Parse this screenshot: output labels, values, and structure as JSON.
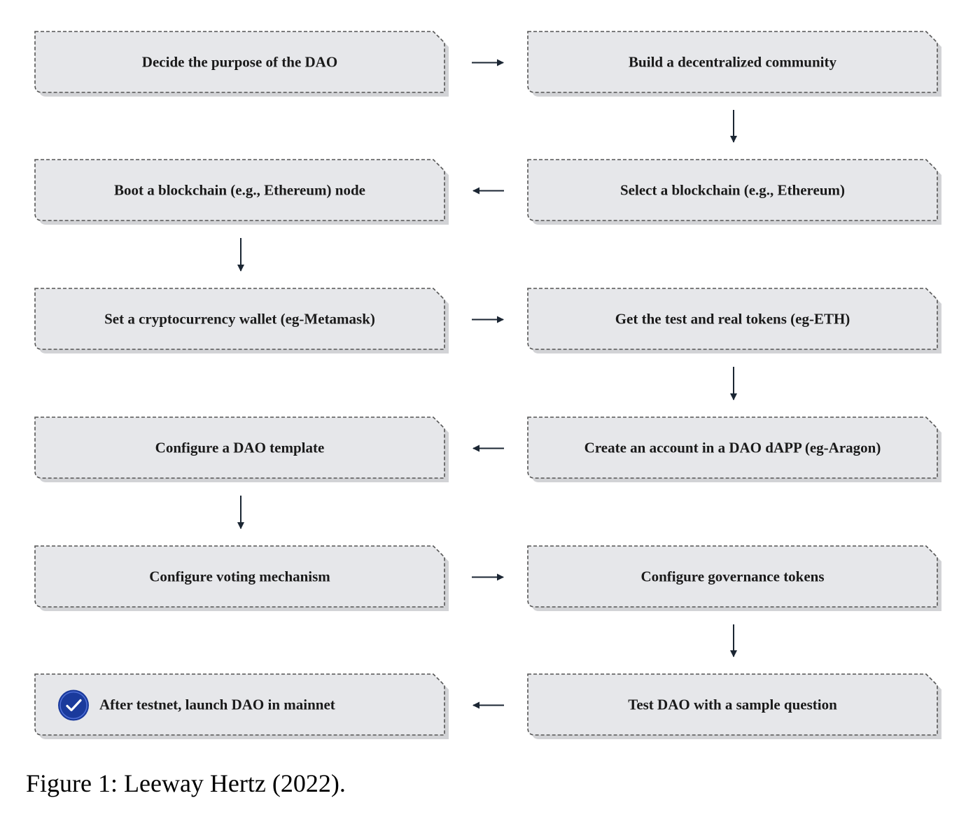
{
  "steps": [
    {
      "id": "decide-purpose",
      "label": "Decide the purpose of the DAO"
    },
    {
      "id": "build-community",
      "label": "Build a decentralized community"
    },
    {
      "id": "select-blockchain",
      "label": "Select a blockchain (e.g., Ethereum)"
    },
    {
      "id": "boot-node",
      "label": "Boot a blockchain (e.g., Ethereum) node"
    },
    {
      "id": "set-wallet",
      "label": "Set a cryptocurrency wallet (eg-Metamask)"
    },
    {
      "id": "get-tokens",
      "label": "Get the test and real tokens (eg-ETH)"
    },
    {
      "id": "create-account",
      "label": "Create an account in a DAO dAPP (eg-Aragon)"
    },
    {
      "id": "configure-template",
      "label": "Configure a DAO template"
    },
    {
      "id": "configure-voting",
      "label": "Configure voting mechanism"
    },
    {
      "id": "configure-governance-tokens",
      "label": "Configure governance tokens"
    },
    {
      "id": "test-dao",
      "label": "Test DAO with a sample question"
    },
    {
      "id": "launch-mainnet",
      "label": "After testnet, launch DAO in mainnet",
      "icon": "check-circle-icon"
    }
  ],
  "colors": {
    "box_fill": "#e6e7ea",
    "box_border": "#555555",
    "box_shadow": "#d2d3d6",
    "arrow": "#1b2633",
    "check_circle": "#1a3a9c"
  },
  "caption": "Figure 1: Leeway Hertz (2022)."
}
